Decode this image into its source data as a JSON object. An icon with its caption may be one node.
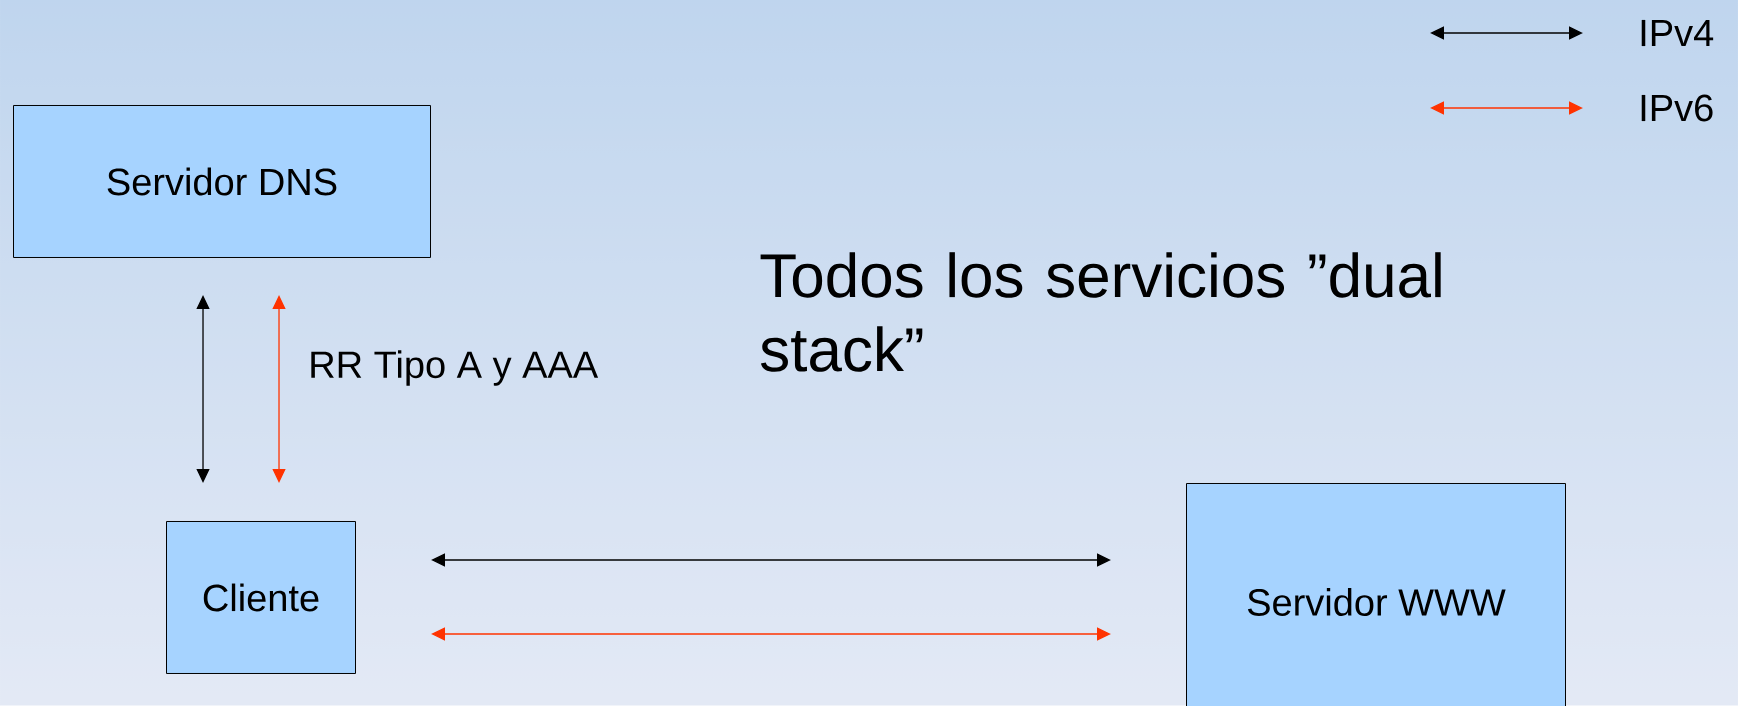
{
  "diagram": {
    "nodes": [
      {
        "text": [
          "Servidor DNS"
        ]
      },
      {
        "text": [
          "Cliente"
        ]
      },
      {
        "text": [
          "Servidor WWW"
        ]
      }
    ],
    "edges": [
      {
        "from": 0,
        "to": 1,
        "arrow": "both"
      },
      {
        "from": 0,
        "to": 1,
        "arrow": "both",
        "color": "#ff3300",
        "label": "RR Tipo A y AAA"
      },
      {
        "from": 1,
        "to": 2,
        "arrow": "both"
      },
      {
        "from": 1,
        "to": 2,
        "arrow": "both",
        "color": "#ff3300"
      }
    ],
    "labels": [
      "Todos los servicios ”dual stack”"
    ],
    "legend": [
      {
        "text": "IPv4"
      },
      {
        "text": "IPv6"
      }
    ]
  }
}
